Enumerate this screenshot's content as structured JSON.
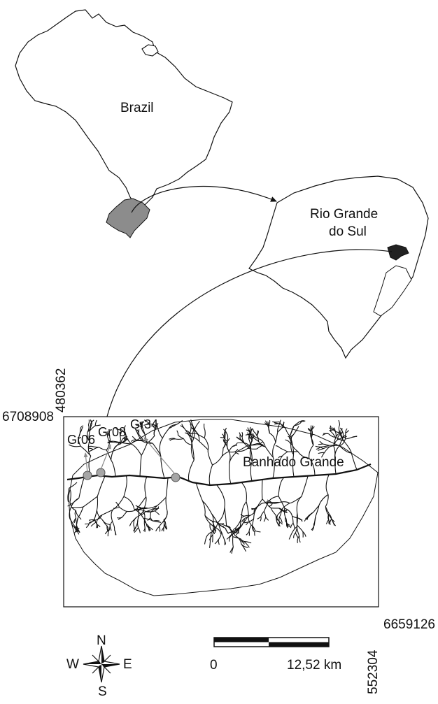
{
  "maps": {
    "brazil": {
      "label": "Brazil"
    },
    "state": {
      "label_line1": "Rio Grande",
      "label_line2": "do Sul"
    },
    "basin": {
      "label": "Banhado Grande"
    }
  },
  "coordinates": {
    "top_left_y": "6708908",
    "top_left_x": "480362",
    "bottom_right_y": "6659126",
    "bottom_right_x": "552304"
  },
  "sites": [
    {
      "label": "Gr06"
    },
    {
      "label": "Gr08"
    },
    {
      "label": "Gr34"
    }
  ],
  "compass": {
    "n": "N",
    "s": "S",
    "e": "E",
    "w": "W"
  },
  "scalebar": {
    "start": "0",
    "end": "12,52 km"
  },
  "colors": {
    "highlight": "#8c8c8c",
    "line": "#111111",
    "site_marker": "#a6a6a6"
  }
}
